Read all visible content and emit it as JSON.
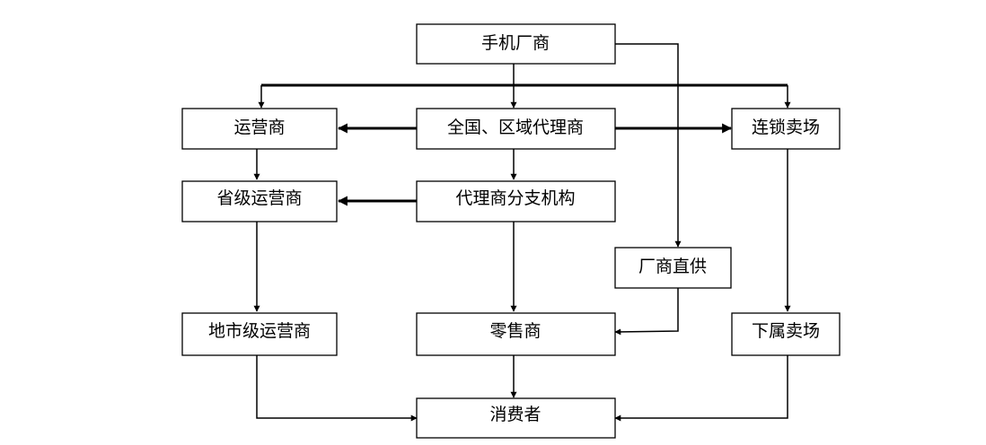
{
  "nodes": {
    "manufacturer": "手机厂商",
    "operator": "运营商",
    "national_agent": "全国、区域代理商",
    "chain_store": "连锁卖场",
    "provincial_operator": "省级运营商",
    "agent_branch": "代理商分支机构",
    "direct_supply": "厂商直供",
    "city_operator": "地市级运营商",
    "retailer": "零售商",
    "sub_store": "下属卖场",
    "consumer": "消费者"
  },
  "colors": {
    "line": "#000000",
    "box_fill": "#ffffff",
    "background": "#ffffff"
  }
}
